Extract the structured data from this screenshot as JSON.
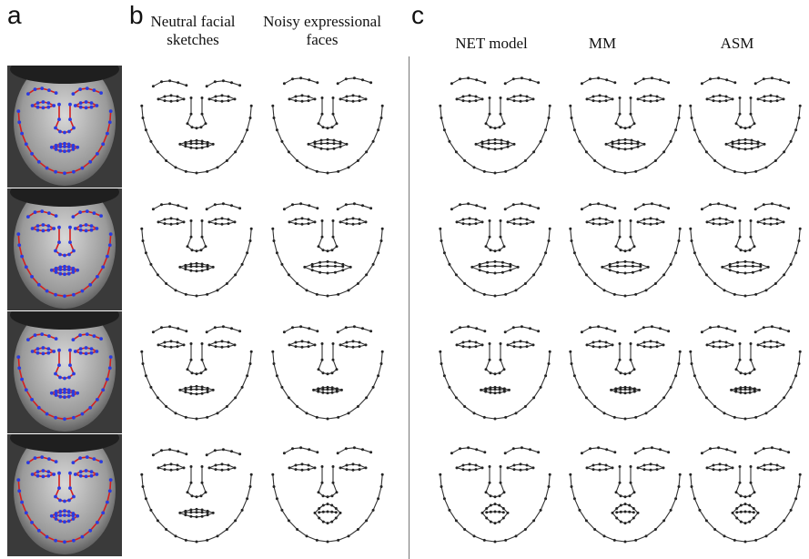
{
  "panels": {
    "a": {
      "letter": "a"
    },
    "b": {
      "letter": "b",
      "columns": [
        "Neutral facial sketches",
        "Noisy expressional faces"
      ]
    },
    "c": {
      "letter": "c",
      "columns": [
        "NET model",
        "MM",
        "ASM"
      ]
    }
  },
  "colors": {
    "contour": "#d32020",
    "landmark": "#2a3be0",
    "sketch_line": "#333333",
    "sketch_point": "#222222"
  }
}
